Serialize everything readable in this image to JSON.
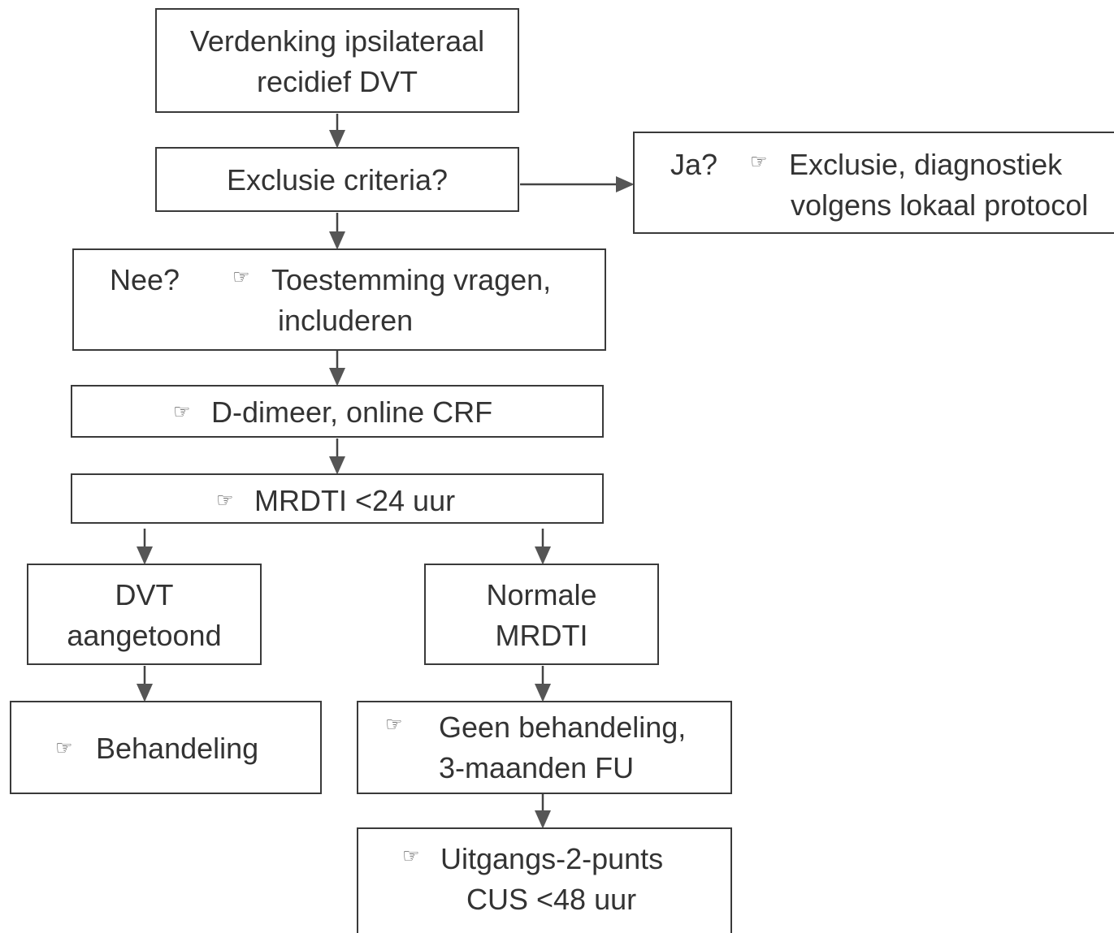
{
  "nodes": {
    "suspicion": {
      "line1": "Verdenking ipsilateraal",
      "line2": "recidief DVT"
    },
    "exclusion": {
      "label": "Exclusie criteria?"
    },
    "yes_branch": {
      "answer": "Ja?",
      "line1": "Exclusie, diagnostiek",
      "line2": "volgens lokaal protocol"
    },
    "no_branch": {
      "answer": "Nee?",
      "line1": "Toestemming vragen,",
      "line2": "includeren"
    },
    "ddimer": {
      "label": "D-dimeer, online CRF"
    },
    "mrdti": {
      "label": "MRDTI <24 uur"
    },
    "dvt_shown": {
      "line1": "DVT",
      "line2": "aangetoond"
    },
    "normal_mrdti": {
      "line1": "Normale",
      "line2": "MRDTI"
    },
    "treatment": {
      "label": "Behandeling"
    },
    "no_treatment": {
      "line1": "Geen behandeling,",
      "line2": "3-maanden FU"
    },
    "exit_cus": {
      "line1": "Uitgangs-2-punts",
      "line2": "CUS <48 uur"
    }
  },
  "icons": {
    "pointer": "pointing-hand-icon",
    "glyph": "☞"
  },
  "colors": {
    "border": "#3a3a3a",
    "text": "#333333",
    "arrow": "#555555"
  }
}
